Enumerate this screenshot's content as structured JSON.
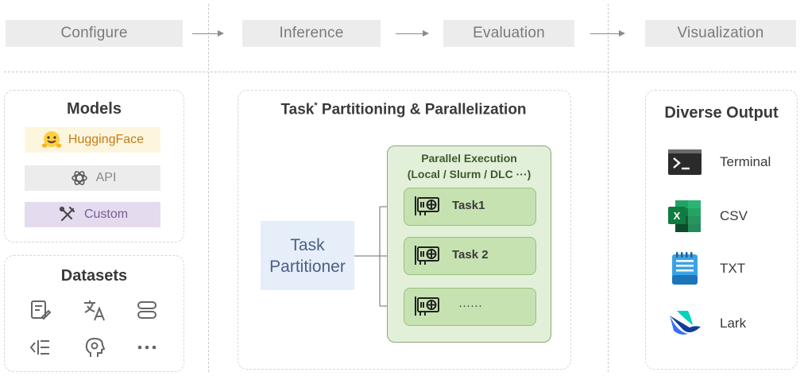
{
  "pipeline": {
    "stages": [
      "Configure",
      "Inference",
      "Evaluation",
      "Visualization"
    ]
  },
  "models": {
    "title": "Models",
    "items": [
      {
        "label": "HuggingFace",
        "icon": "hugging-face-icon",
        "bg": "#fdf6de",
        "color": "#c77b16"
      },
      {
        "label": "API",
        "icon": "openai-icon",
        "bg": "#ececec",
        "color": "#8a8a8a"
      },
      {
        "label": "Custom",
        "icon": "tools-icon",
        "bg": "#e5dbef",
        "color": "#7a5e95"
      }
    ]
  },
  "datasets": {
    "title": "Datasets",
    "icons": [
      "document-edit-icon",
      "translate-icon",
      "database-icon",
      "list-indent-icon",
      "brain-icon",
      "more-dots-icon"
    ]
  },
  "task": {
    "title": "Task",
    "title_sup": "*",
    "title_rest": " Partitioning & Parallelization",
    "partitioner_line1": "Task",
    "partitioner_line2": "Partitioner",
    "parallel_title_line1": "Parallel Execution",
    "parallel_title_line2": "(Local / Slurm / DLC ···)",
    "tasks": [
      "Task1",
      "Task 2",
      "······"
    ]
  },
  "output": {
    "title": "Diverse Output",
    "items": [
      {
        "label": "Terminal",
        "icon": "terminal-icon"
      },
      {
        "label": "CSV",
        "icon": "excel-icon"
      },
      {
        "label": "TXT",
        "icon": "notepad-icon"
      },
      {
        "label": "Lark",
        "icon": "lark-icon"
      }
    ]
  }
}
